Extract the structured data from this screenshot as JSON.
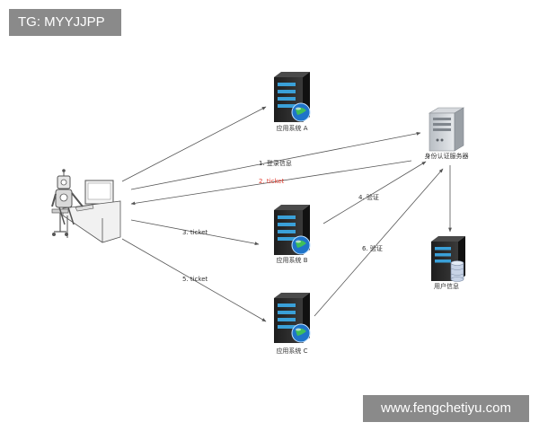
{
  "watermarks": {
    "top_left": "TG: MYYJJPP",
    "bottom_right": "www.fengchetiyu.com"
  },
  "nodes": {
    "user": {
      "icon": "robot-user-at-desk-icon"
    },
    "system_a": {
      "label": "应用系统 A",
      "icon": "server-rack-globe-icon"
    },
    "system_b": {
      "label": "应用系统 B",
      "icon": "server-rack-globe-icon"
    },
    "system_c": {
      "label": "应用系统 C",
      "icon": "server-rack-globe-icon"
    },
    "auth_server": {
      "label": "身份认证服务器",
      "icon": "tower-server-icon"
    },
    "user_info": {
      "label": "用户信息",
      "icon": "server-database-icon"
    }
  },
  "edges": {
    "login_info": "1. 登录信息",
    "ticket_return": "2. ticket",
    "ticket_b": "3. ticket",
    "verify_b": "4. 验证",
    "ticket_c": "5. ticket",
    "verify_c": "6. 验证"
  },
  "colors": {
    "highlight_label": "#e23b2e",
    "badge_bg": "#8a8a8a"
  }
}
